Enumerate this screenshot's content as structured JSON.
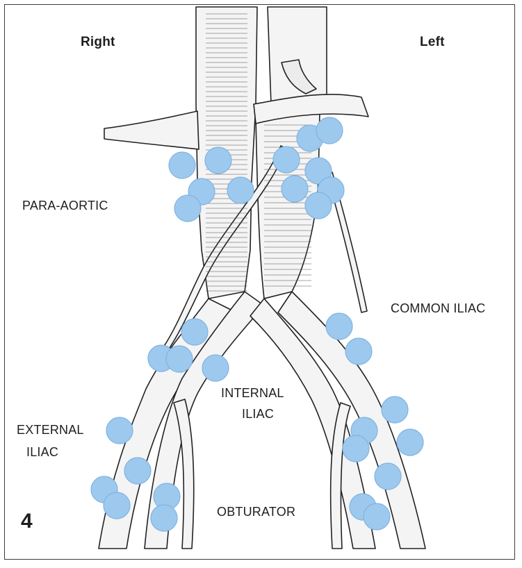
{
  "labels": {
    "right": "Right",
    "left": "Left",
    "para_aortic": "PARA-AORTIC",
    "common_iliac": "COMMON ILIAC",
    "internal_iliac_1": "INTERNAL",
    "internal_iliac_2": "ILIAC",
    "external_iliac_1": "EXTERNAL",
    "external_iliac_2": "ILIAC",
    "obturator": "OBTURATOR",
    "figure_number": "4"
  },
  "colors": {
    "node": "#9ec9ee",
    "node_stroke": "#7fb3e0",
    "vessel_fill": "#f4f4f4",
    "vessel_stroke": "#222222",
    "text": "#1e1e1e"
  }
}
